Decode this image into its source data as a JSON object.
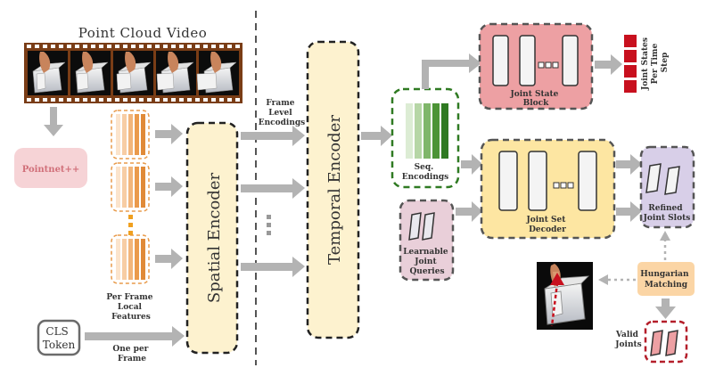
{
  "title": "Point Cloud Video",
  "pointnet_label": "Pointnet++",
  "per_frame_label_lines": [
    "Per Frame",
    "Local",
    "Features"
  ],
  "cls_token_lines": [
    "CLS",
    "Token"
  ],
  "one_per_frame_lines": [
    "One per",
    "Frame"
  ],
  "spatial_encoder_label": "Spatial Encoder",
  "frame_level_lines": [
    "Frame",
    "Level",
    "Encodings"
  ],
  "temporal_encoder_label": "Temporal Encoder",
  "seq_encodings_lines": [
    "Seq.",
    "Encodings"
  ],
  "joint_state_block_lines": [
    "Joint State",
    "Block"
  ],
  "joint_states_lines": [
    "Joint States",
    "Per Time",
    "Step"
  ],
  "joint_set_decoder_lines": [
    "Joint Set",
    "Decoder"
  ],
  "learnable_queries_lines": [
    "Learnable",
    "Joint",
    "Queries"
  ],
  "refined_slots_lines": [
    "Refined",
    "Joint Slots"
  ],
  "hungarian_lines": [
    "Hungarian",
    "Matching"
  ],
  "valid_joints_lines": [
    "Valid",
    "Joints"
  ],
  "colors": {
    "arrow_gray": "#b3b3b3",
    "film_brown": "#7a3d16",
    "pointnet_pink": "#f6d3d6",
    "feature_orange": "#e89a4a",
    "encoder_yellow": "#fdf2cf",
    "seq_green": "#2f7a22",
    "joint_state_red": "#eda0a3",
    "decoder_yellow": "#fde6a2",
    "queries_pink": "#e9cfd9",
    "slots_lavender": "#d8cfe8",
    "hungarian_orange": "#fbd5a5",
    "valid_red": "#b41e2a",
    "output_red": "#c8101e"
  }
}
